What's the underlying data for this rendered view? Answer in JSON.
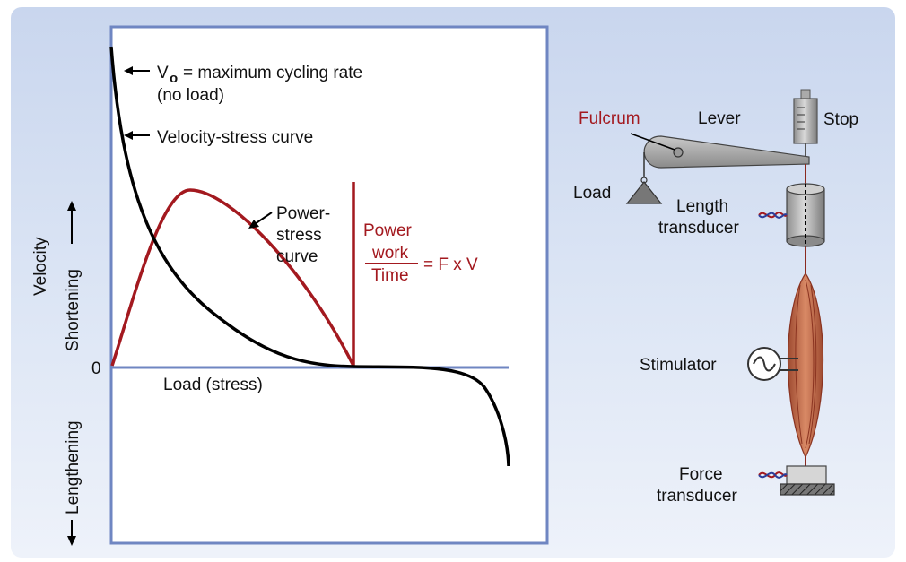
{
  "graph": {
    "v0_symbol": "V",
    "v0_subscript": "o",
    "v0_text": "= maximum cycling rate",
    "v0_subtext": "(no load)",
    "velocity_stress_curve": "Velocity-stress curve",
    "power_stress_curve_lines": [
      "Power-",
      "stress",
      "curve"
    ],
    "power_label": "Power",
    "formula_numerator": "work",
    "formula_denominator": "Time",
    "formula_rhs": "= F x V",
    "zero_label": "0",
    "x_axis_label": "Load (stress)",
    "y_axis_title": "Velocity",
    "y_shortening": "Shortening",
    "y_lengthening": "Lengthening"
  },
  "apparatus": {
    "fulcrum": "Fulcrum",
    "lever": "Lever",
    "stop": "Stop",
    "load": "Load",
    "length_transducer_lines": [
      "Length",
      "transducer"
    ],
    "stimulator": "Stimulator",
    "force_transducer_lines": [
      "Force",
      "transducer"
    ]
  },
  "colors": {
    "frame": "#6f86c2",
    "velocity_curve": "#000000",
    "power_curve": "#a3191f",
    "fulcrum_text": "#a3191f",
    "muscle": "#c06a4a"
  }
}
